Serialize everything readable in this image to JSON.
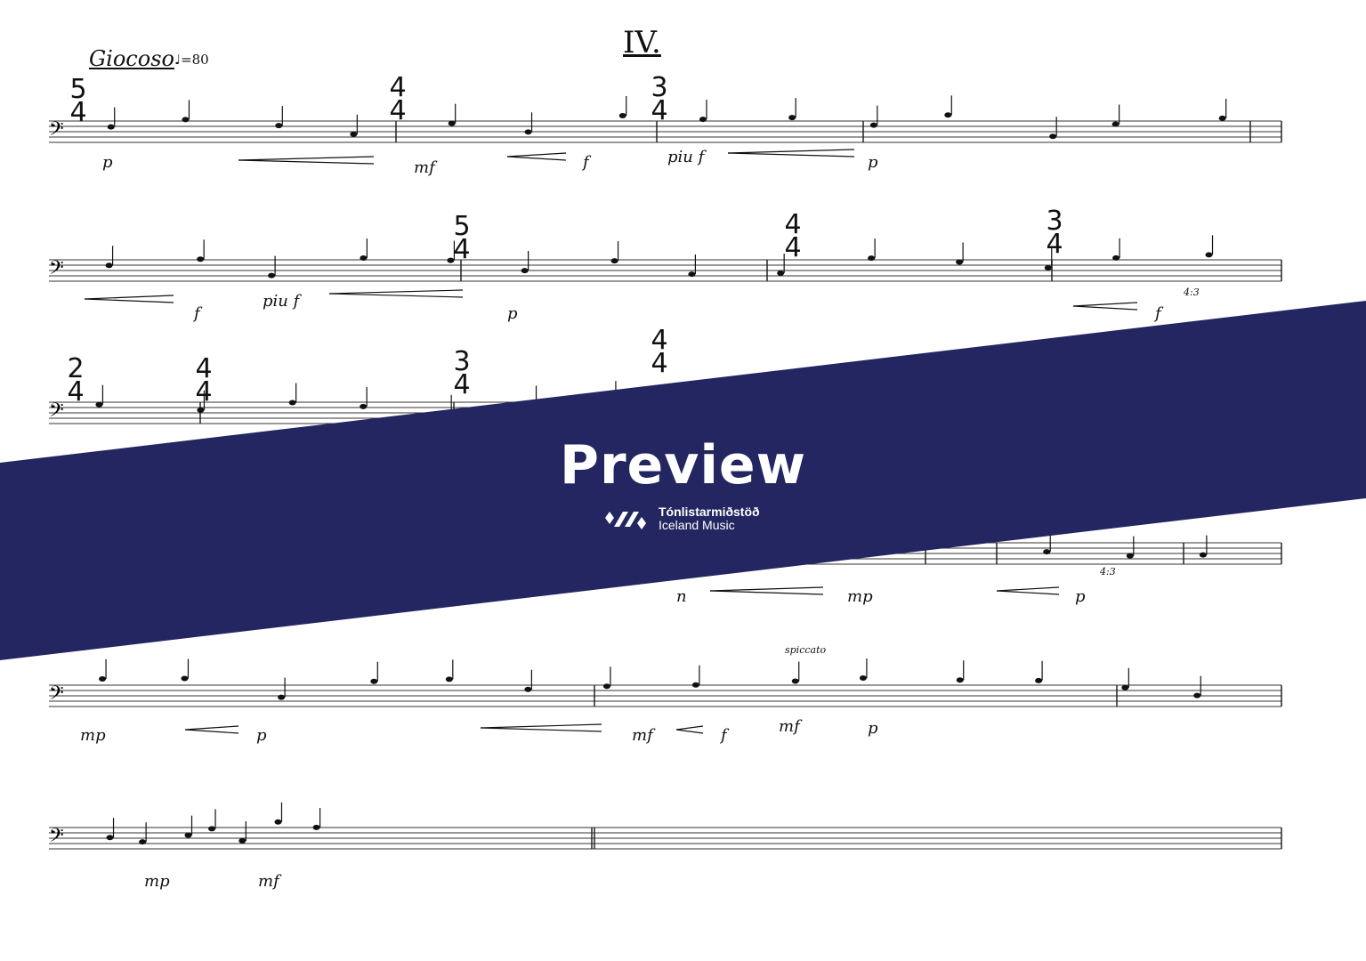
{
  "score": {
    "movement": "IV.",
    "tempo": "Giocoso",
    "metronome": "♩=80",
    "time_signatures": [
      [
        "5",
        "4"
      ],
      [
        "4",
        "4"
      ],
      [
        "3",
        "4"
      ],
      [
        "5",
        "4"
      ],
      [
        "4",
        "4"
      ],
      [
        "3",
        "4"
      ],
      [
        "2",
        "4"
      ],
      [
        "4",
        "4"
      ],
      [
        "3",
        "4"
      ],
      [
        "4",
        "4"
      ]
    ],
    "dynamics": [
      "p",
      "mf",
      "f",
      "piu f",
      "p",
      "f",
      "piu f",
      "p",
      "f",
      "n",
      "mp",
      "p",
      "mp",
      "p",
      "mf",
      "f",
      "mf",
      "p",
      "mp",
      "mf"
    ],
    "annotations": {
      "spiccato": "spiccato",
      "tuplet": "4:3",
      "tuplet2": "4:3"
    }
  },
  "banner": {
    "label": "Preview",
    "logo_line1": "Tónlistarmiðstöð",
    "logo_line2": "Iceland Music",
    "color": "#232660"
  }
}
